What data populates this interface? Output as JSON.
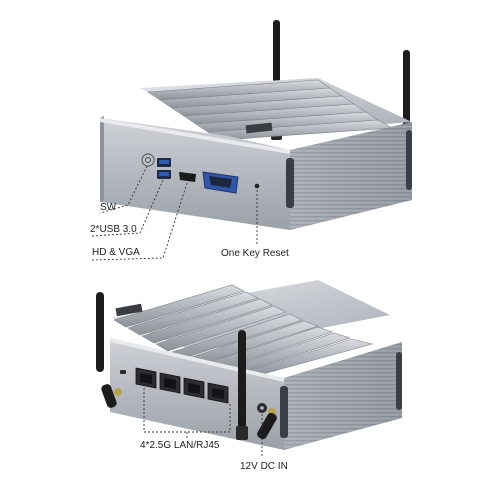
{
  "labels": {
    "sw": "SW",
    "usb": "2*USB 3.0",
    "hd_vga": "HD & VGA",
    "reset": "One Key Reset",
    "lan": "4*2.5G LAN/RJ45",
    "dc_in": "12V DC IN"
  },
  "colors": {
    "chassis_light": "#c9ccd1",
    "chassis_mid": "#9ea3aa",
    "chassis_dark": "#5b6068",
    "port_usb": "#2b5fb8",
    "port_vga": "#2f56a8",
    "antenna": "#1a1a1a",
    "leader_line": "#333333"
  },
  "icons": [
    "power-button-icon",
    "usb-port-icon",
    "hdmi-port-icon",
    "vga-port-icon",
    "reset-pinhole-icon",
    "rj45-port-icon",
    "dc-jack-icon",
    "antenna-icon"
  ]
}
